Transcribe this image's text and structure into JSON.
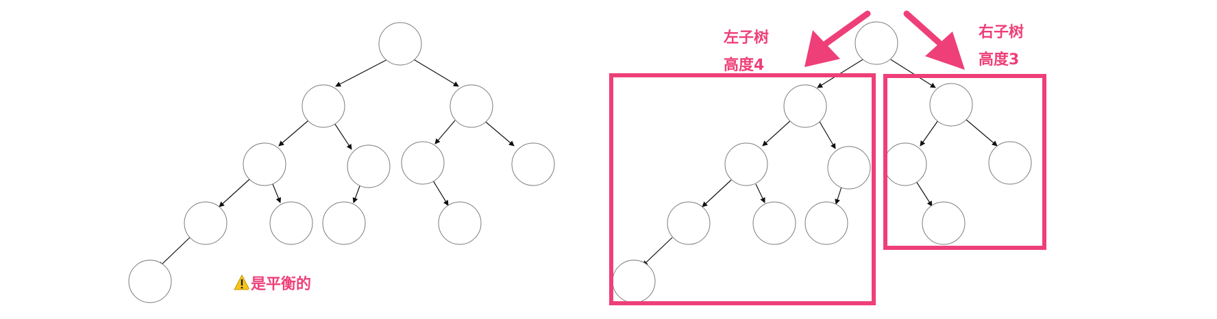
{
  "annotations": {
    "balanced_note": "是平衡的",
    "warning_icon": "warning-icon",
    "left_subtree_label": "左子树",
    "left_subtree_height": "高度4",
    "right_subtree_label": "右子树",
    "right_subtree_height": "高度3"
  },
  "colors": {
    "highlight": "#ee3f78",
    "node_stroke": "#7a7a7a",
    "edge": "#111111"
  }
}
